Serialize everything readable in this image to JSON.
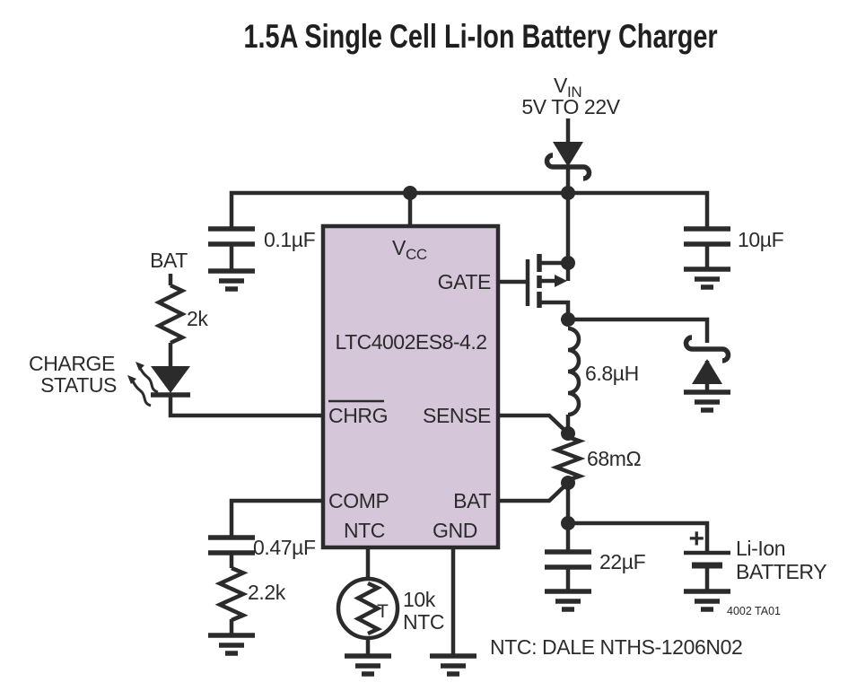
{
  "title": "1.5A Single Cell Li-Ion Battery Charger",
  "colors": {
    "ic_fill": "#d5c6d9",
    "line": "#2b2b2b",
    "background": "#ffffff"
  },
  "power_input": {
    "name": "V",
    "name_sub": "IN",
    "range": "5V TO 22V"
  },
  "ic": {
    "part": "LTC4002ES8-4.2",
    "pins": {
      "vcc": "V",
      "vcc_sub": "CC",
      "gate": "GATE",
      "chrg": "CHRG",
      "sense": "SENSE",
      "comp": "COMP",
      "bat": "BAT",
      "ntc": "NTC",
      "gnd": "GND"
    }
  },
  "components": {
    "input_bypass_cap": "0.1µF",
    "input_bulk_cap": "10µF",
    "led_resistor": "2k",
    "inductor": "6.8µH",
    "sense_resistor": "68mΩ",
    "output_cap": "22µF",
    "comp_cap": "0.47µF",
    "comp_resistor": "2.2k",
    "thermistor_symbol": "T",
    "thermistor_value": "10k",
    "thermistor_kind": "NTC"
  },
  "labels": {
    "bat_node": "BAT",
    "charge_status_line1": "CHARGE",
    "charge_status_line2": "STATUS",
    "battery_polarity": "+",
    "battery_line1": "Li-Ion",
    "battery_line2": "BATTERY",
    "note": "NTC: DALE NTHS-1206N02",
    "figure_id": "4002 TA01"
  }
}
